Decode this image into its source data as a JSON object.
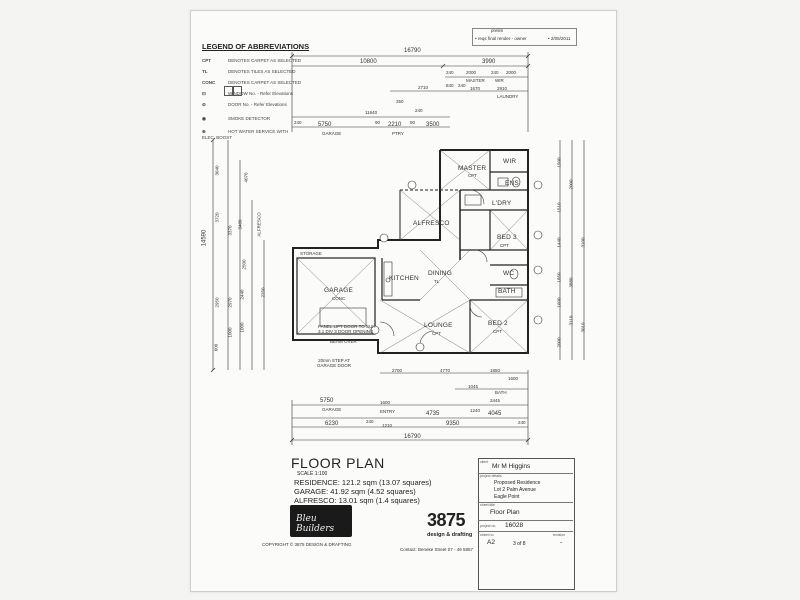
{
  "header": {
    "top_right_lines": [
      "prelim",
      "• reqs final render - owner",
      "• 2/05/2011"
    ]
  },
  "abbreviations": {
    "title": "LEGEND OF ABBREVIATIONS",
    "items": [
      {
        "code": "CPT",
        "desc": "DENOTES CARPET AS SELECTED"
      },
      {
        "code": "TL",
        "desc": "DENOTES TILES AS SELECTED"
      },
      {
        "code": "CONC",
        "desc": "DENOTES CARPET AS SELECTED"
      },
      {
        "code": "",
        "desc": "WINDOW No. - Refer Elevations"
      },
      {
        "code": "",
        "desc": "DOOR No. - Refer Elevations"
      },
      {
        "code": "",
        "desc": "SMOKE DETECTOR"
      },
      {
        "code": "",
        "desc": "HOT WATER SERVICE WITH ELEC. BOOST"
      }
    ]
  },
  "dimensions": {
    "top_overall": "16790",
    "top_row2": [
      "10800",
      "3990"
    ],
    "top_row3": [
      "240",
      "2000",
      "240",
      "2000"
    ],
    "top_row4": [
      "2710",
      "840",
      "240",
      "1670",
      "2910"
    ],
    "top_row5": [
      "11640",
      "350",
      "240"
    ],
    "top_row6": [
      "240",
      "5750",
      "90",
      "2210",
      "90",
      "3500"
    ],
    "left_overall": "14590",
    "left_col": [
      "3640",
      "4070",
      "3720",
      "3370",
      "3480",
      "2500",
      "2250",
      "2950",
      "2970",
      "2440",
      "1000",
      "1000",
      "600"
    ],
    "right_col": [
      "1500",
      "2000",
      "1510",
      "3100",
      "1440",
      "3880",
      "1850",
      "1600",
      "3110",
      "3010",
      "2000"
    ],
    "bottom_row1": [
      "2700",
      "4770",
      "1850",
      "1600"
    ],
    "bottom_row2": [
      "1045",
      "3445",
      "1240"
    ],
    "bottom_row3": [
      "5750",
      "1600",
      "4735",
      "4045"
    ],
    "bottom_row4": [
      "6230",
      "240",
      "1210",
      "9350",
      "240"
    ],
    "bottom_overall": "16790",
    "dim_labels": [
      "GARAGE",
      "PTRY",
      "MASTER",
      "WIR",
      "LAUNDRY",
      "BATH",
      "ALFRESCO",
      "ENTRY"
    ]
  },
  "rooms": {
    "master": "MASTER",
    "wir": "WIR",
    "ens": "ENS",
    "alfresco": "ALFRESCO",
    "ldry": "L'DRY",
    "bed3": "BED 3",
    "kitchen": "KITCHEN",
    "dining": "DINING",
    "wc": "WC",
    "garage": "GARAGE",
    "bath": "BATH",
    "lounge": "LOUNGE",
    "bed2": "BED 2",
    "storage": "STORAGE",
    "garage_note": "PANEL LIFT DOOR TO SUIT\n3.1 DIV 3 DOOR OPENING",
    "beam_note": "BEAM OVER",
    "garage_door_note": "20mm STEP AT GARAGE DOOR",
    "finishes": [
      "CPT",
      "TL",
      "CONC"
    ]
  },
  "plan": {
    "title": "FLOOR PLAN",
    "scale": "SCALE 1:100",
    "residence": "RESIDENCE: 121.2 sqm (13.07 squares)",
    "garage": "GARAGE: 41.92 sqm (4.52 squares)",
    "alfresco": "ALFRESCO: 13.01 sqm (1.4 squares)"
  },
  "branding": {
    "builder_logo": "Bleu Builders",
    "firm_number": "3875",
    "firm_tag": "design & drafting",
    "copyright": "COPYRIGHT © 3875 DESIGN & DRAFTING",
    "address": "Contact: Beneke Street   07 - 46 5857"
  },
  "title_block": {
    "client_label": "client",
    "client": "Mr M Higgins",
    "project_label": "project details",
    "project": [
      "Proposed Residence",
      "Lot 2 Palm Avenue",
      "Eagle Point"
    ],
    "sheet_label": "sheet title",
    "sheet_title": "Floor Plan",
    "project_no_label": "project no.",
    "project_no": "16028",
    "sheet_size_label": "sheet no.",
    "sheet_size": "A2",
    "sheet_of": "3 of 8",
    "rev_label": "revision",
    "rev_value": "-"
  }
}
